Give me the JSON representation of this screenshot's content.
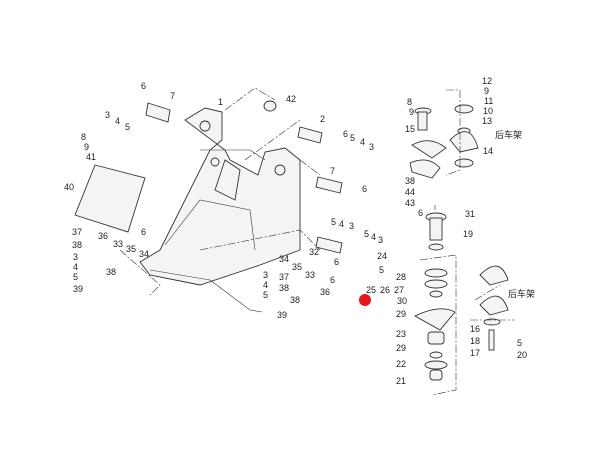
{
  "diagram": {
    "labels": [
      "6",
      "7",
      "3",
      "4",
      "5",
      "8",
      "9",
      "41",
      "40",
      "1",
      "42",
      "2",
      "6",
      "5",
      "4",
      "3",
      "7",
      "6",
      "5",
      "4",
      "3",
      "5",
      "4",
      "3",
      "32",
      "6",
      "37",
      "38",
      "36",
      "6",
      "33",
      "35",
      "34",
      "3",
      "4",
      "5",
      "38",
      "39",
      "34",
      "35",
      "33",
      "6",
      "3",
      "4",
      "5",
      "37",
      "38",
      "38",
      "36",
      "39",
      "8",
      "9",
      "15",
      "38",
      "44",
      "43",
      "6",
      "12",
      "9",
      "11",
      "10",
      "13",
      "14",
      "31",
      "19",
      "24",
      "5",
      "28",
      "25",
      "26",
      "27",
      "30",
      "29",
      "23",
      "29",
      "22",
      "21",
      "16",
      "18",
      "17",
      "5",
      "20"
    ],
    "rear_frame_label_1": "后车架",
    "rear_frame_label_2": "后车架",
    "marker_color": "#e8141c"
  }
}
